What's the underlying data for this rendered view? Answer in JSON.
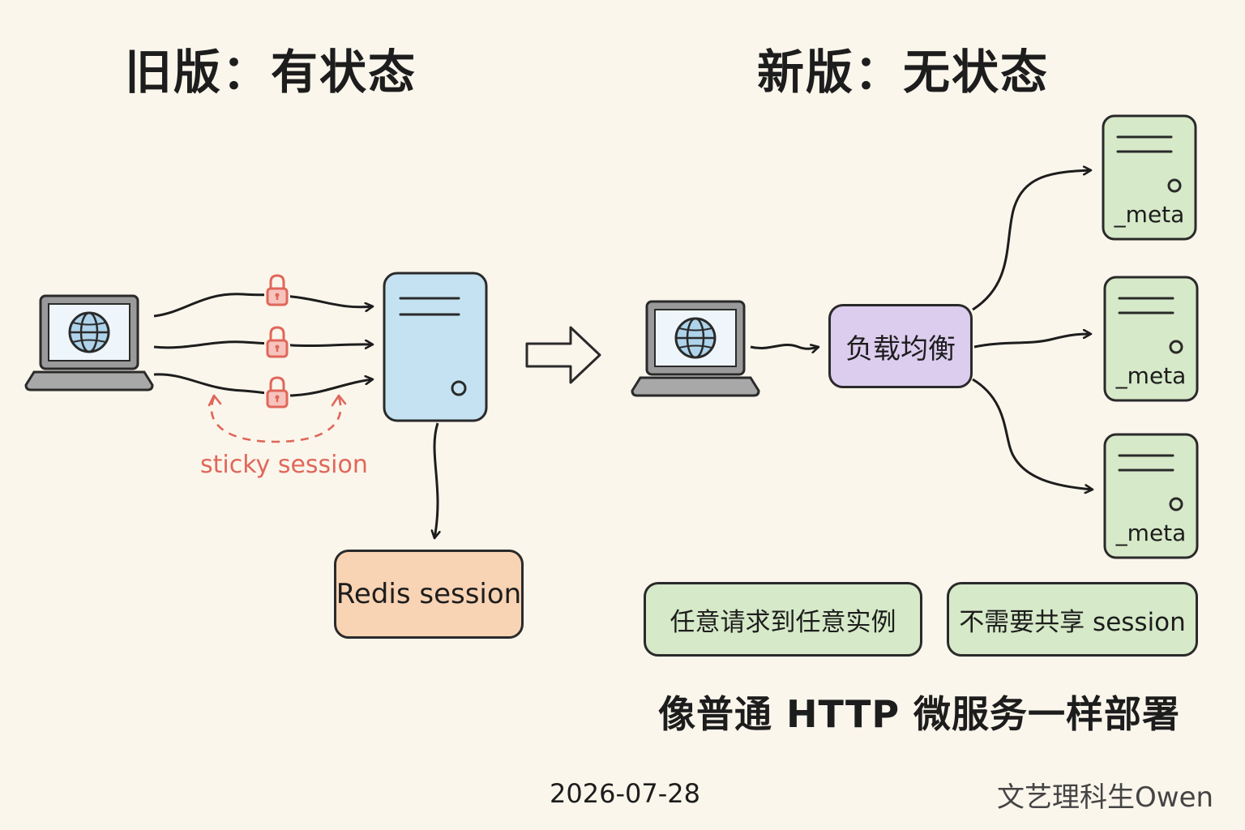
{
  "titles": {
    "old": "旧版：有状态",
    "new": "新版：无状态"
  },
  "old_side": {
    "client_icon": "laptop-globe-icon",
    "lock_icon": "padlock-icon",
    "sticky_label": "sticky session",
    "server_icon": "server-icon",
    "redis_label": "Redis session"
  },
  "transition_icon": "hollow-arrow-right-icon",
  "new_side": {
    "client_icon": "laptop-globe-icon",
    "load_balancer_label": "负载均衡",
    "instances": [
      {
        "label": "_meta"
      },
      {
        "label": "_meta"
      },
      {
        "label": "_meta"
      }
    ],
    "notes": [
      "任意请求到任意实例",
      "不需要共享 session"
    ],
    "summary": "像普通 HTTP 微服务一样部署"
  },
  "colors": {
    "background": "#fbf6ec",
    "old_server": "#c4e2f1",
    "redis": "#f8d3b4",
    "load_balancer": "#dccdee",
    "new_server": "#d6e9c8",
    "sticky": "#e0675a"
  },
  "footer": {
    "date": "2026-07-28",
    "author": "文艺理科生Owen"
  }
}
